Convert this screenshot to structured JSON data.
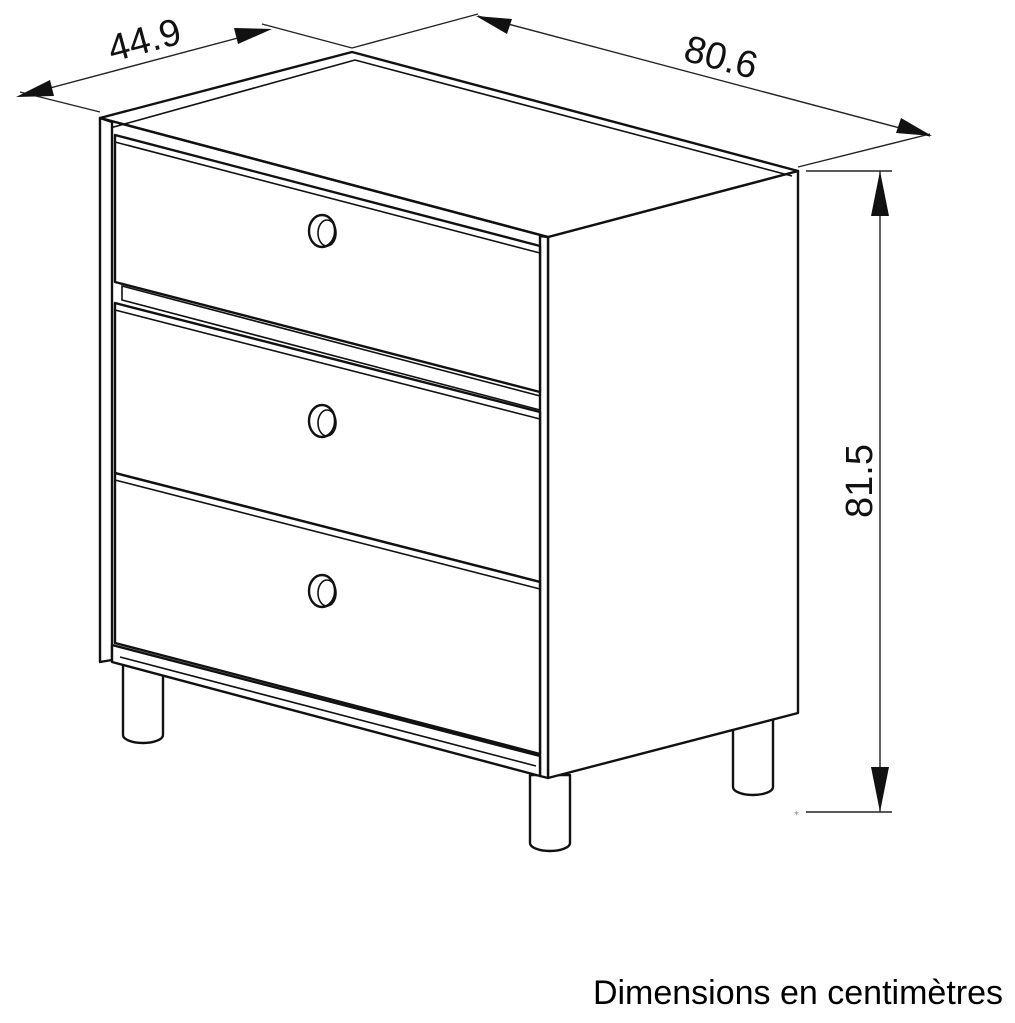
{
  "dimensions": {
    "depth": "44.9",
    "width": "80.6",
    "height": "81.5"
  },
  "caption": "Dimensions en centimètres"
}
